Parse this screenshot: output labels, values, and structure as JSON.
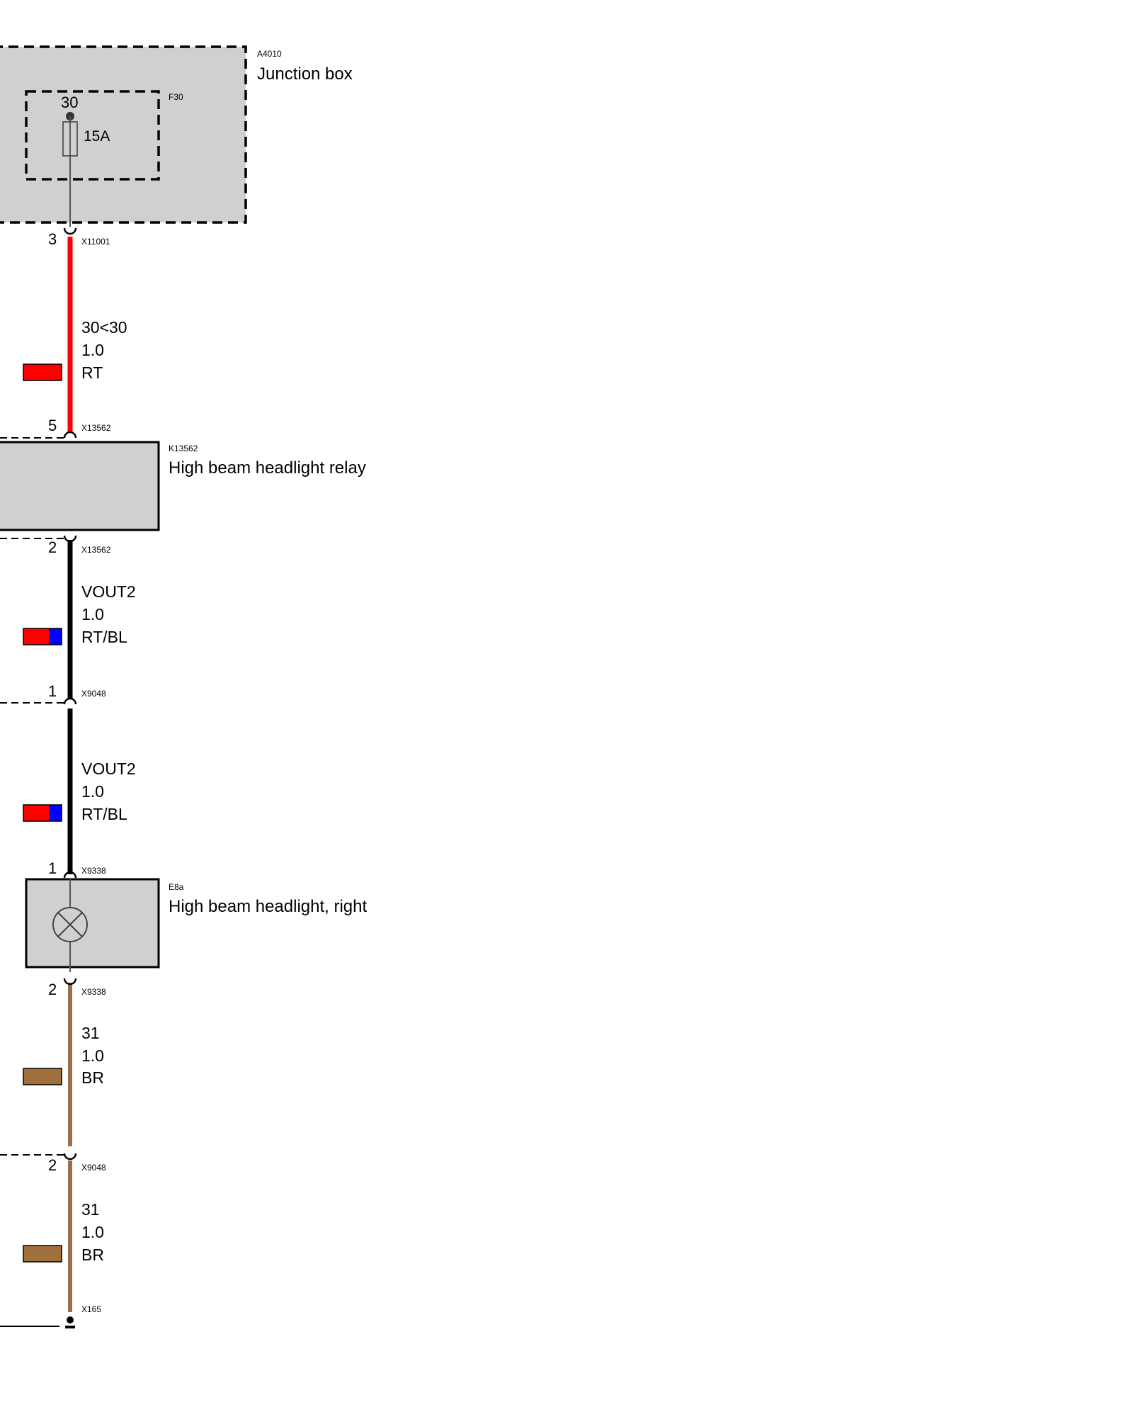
{
  "components": {
    "junction_box": {
      "id": "A4010",
      "name": "Junction box",
      "fill": "#d0d0d0"
    },
    "fuse": {
      "id": "F30",
      "terminal": "30",
      "rating": "15A"
    },
    "relay": {
      "id": "K13562",
      "name": "High beam headlight relay",
      "fill": "#d0d0d0"
    },
    "headlight": {
      "id": "E8a",
      "name": "High beam headlight, right",
      "fill": "#d0d0d0"
    }
  },
  "connectors": [
    {
      "pin": "3",
      "id": "X11001"
    },
    {
      "pin": "5",
      "id": "X13562"
    },
    {
      "pin": "2",
      "id": "X13562"
    },
    {
      "pin": "1",
      "id": "X9048"
    },
    {
      "pin": "1",
      "id": "X9338"
    },
    {
      "pin": "2",
      "id": "X9338"
    },
    {
      "pin": "2",
      "id": "X9048"
    },
    {
      "pin": "",
      "id": "X165"
    }
  ],
  "wires": [
    {
      "signal": "30<30",
      "gauge": "1.0",
      "color_code": "RT",
      "colors": [
        "#ff0000"
      ]
    },
    {
      "signal": "VOUT2",
      "gauge": "1.0",
      "color_code": "RT/BL",
      "colors": [
        "#ff0000",
        "#0000ff"
      ]
    },
    {
      "signal": "VOUT2",
      "gauge": "1.0",
      "color_code": "RT/BL",
      "colors": [
        "#ff0000",
        "#0000ff"
      ]
    },
    {
      "signal": "31",
      "gauge": "1.0",
      "color_code": "BR",
      "colors": [
        "#a0703c"
      ]
    },
    {
      "signal": "31",
      "gauge": "1.0",
      "color_code": "BR",
      "colors": [
        "#a0703c"
      ]
    }
  ],
  "wire_colors": {
    "red": "#ff0000",
    "black": "#000000",
    "brown": "#9b7048",
    "thin": "#555555"
  }
}
